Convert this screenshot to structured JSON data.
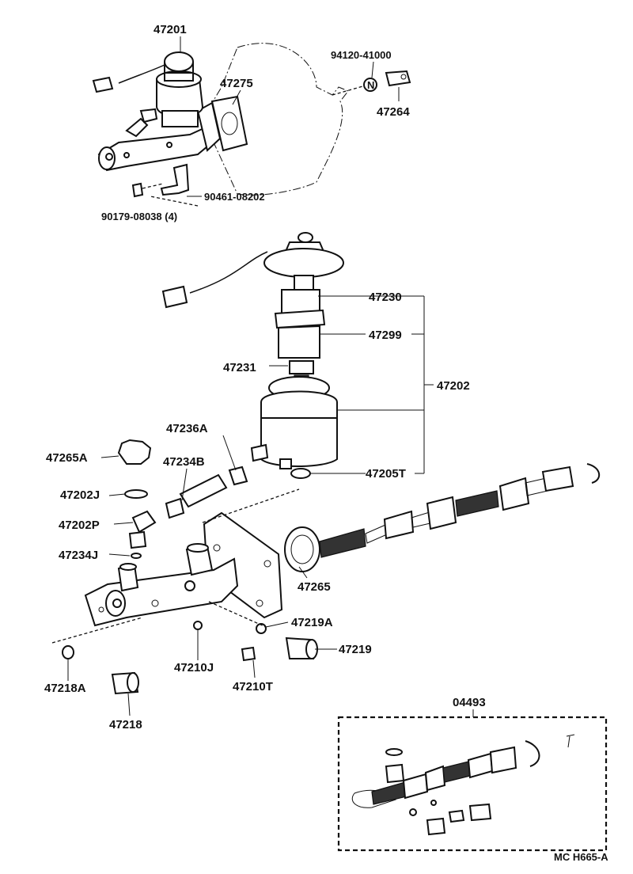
{
  "labels": {
    "p47201": "47201",
    "p94120": "94120-41000",
    "p47275": "47275",
    "p47264": "47264",
    "p90461": "90461-08202",
    "p90179": "90179-08038 (4)",
    "p47230": "47230",
    "p47299": "47299",
    "p47231": "47231",
    "p47202": "47202",
    "p47236A": "47236A",
    "p47265A": "47265A",
    "p47234B": "47234B",
    "p47202J": "47202J",
    "p47205T": "47205T",
    "p47202P": "47202P",
    "p47234J": "47234J",
    "p47265": "47265",
    "p47219A": "47219A",
    "p47219": "47219",
    "p47210J": "47210J",
    "p47210T": "47210T",
    "p47218A": "47218A",
    "p47218": "47218",
    "p04493": "04493"
  },
  "footer": "MC  H665-A"
}
